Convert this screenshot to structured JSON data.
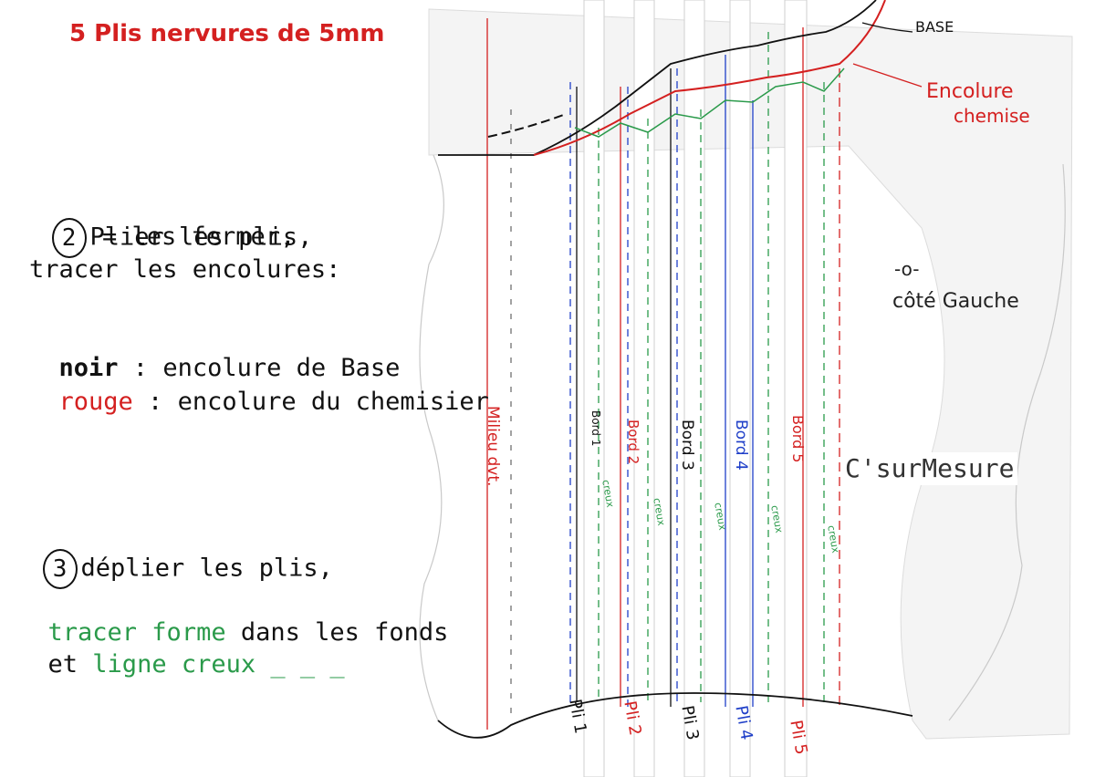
{
  "title": "5 Plis nervures de 5mm",
  "step2": {
    "number": "2",
    "line1": "Plier les plis,",
    "line2": "= les fermer,",
    "line3": "tracer les encolures:"
  },
  "legend": {
    "black_word": "noir",
    "black_rest": " : encolure de Base",
    "red_word": "rouge",
    "red_rest": " : encolure du chemisier"
  },
  "step3": {
    "number": "3",
    "line1": "déplier les plis,",
    "green_1": "tracer forme",
    "black_1": " dans les fonds",
    "black_2": "et ",
    "green_2": "ligne creux _ _ _"
  },
  "watermark": "C'surMesure",
  "annotations": {
    "base": "BASE",
    "encolure_line1": "Encolure",
    "encolure_line2": "chemise",
    "cote": "côté Gauche",
    "cote_mark": "-o-",
    "milieu": "Milieu dvt.",
    "bords": [
      "Bord 1",
      "Bord 2",
      "Bord 3",
      "Bord 4",
      "Bord 5"
    ],
    "creux": "creux",
    "plis": [
      "Pli 1",
      "Pli 2",
      "Pli 3",
      "Pli 4",
      "Pli 5"
    ]
  },
  "colors": {
    "red": "#d42020",
    "green": "#2a9a4a",
    "blue": "#1f3fc8",
    "black": "#111111"
  }
}
